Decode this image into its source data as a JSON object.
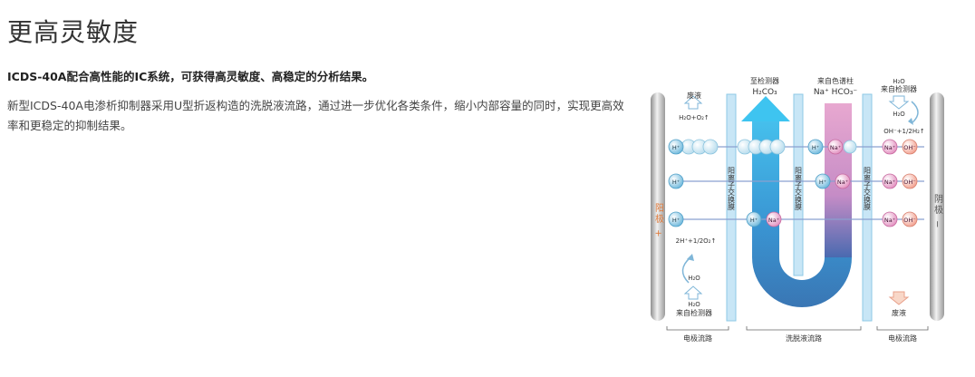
{
  "page": {
    "title": "更高灵敏度",
    "subtitle": "ICDS-40A配合高性能的IC系统，可获得高灵敏度、高稳定的分析结果。",
    "description": "新型ICDS-40A电渗析抑制器采用U型折返构造的洗脱液流路，通过进一步优化各类条件，缩小内部容量的同时，实现更高效率和更稳定的抑制结果。"
  },
  "diagram": {
    "top_labels": {
      "to_detector": "至检测器",
      "to_detector_formula": "H₂CO₃",
      "from_column": "来自色谱柱",
      "from_column_formula": "Na⁺ HCO₃⁻",
      "h2o_top": "H₂O",
      "from_detector_top": "来自检测器",
      "h2o_right": "H₂O"
    },
    "left_labels": {
      "waste_top": "废液",
      "gas_top": "H₂O+O₂↑",
      "reaction_anode": "2H⁺+1/2O₂↑",
      "h2o_left": "H₂O",
      "h2o_bottom": "H₂O",
      "from_detector_bottom": "来自检测器"
    },
    "right_labels": {
      "reaction_cathode": "OH⁻+1/2H₂↑",
      "waste_bottom": "废液"
    },
    "anode": "阳极 +",
    "cathode": "阴极 −",
    "membrane": "阳离子交换膜",
    "ions": {
      "h": "H⁺",
      "na": "Na⁺",
      "oh": "OH⁻"
    },
    "bottom_labels": {
      "electrode_left": "电极流路",
      "eluent": "洗脱液流路",
      "electrode_right": "电极流路"
    },
    "colors": {
      "blue_flow": "#3ec4f0",
      "blue_flow_dark": "#2f6fb0",
      "pink_flow": "#d77fb8",
      "ion_blue": "#6db8dc",
      "ion_pink": "#e28fbf",
      "ion_salmon": "#f2a08f",
      "anode_text": "#e07a3a",
      "membrane_fill": "#c8e6f6",
      "electrode_grey": "#b9b9b9"
    }
  }
}
